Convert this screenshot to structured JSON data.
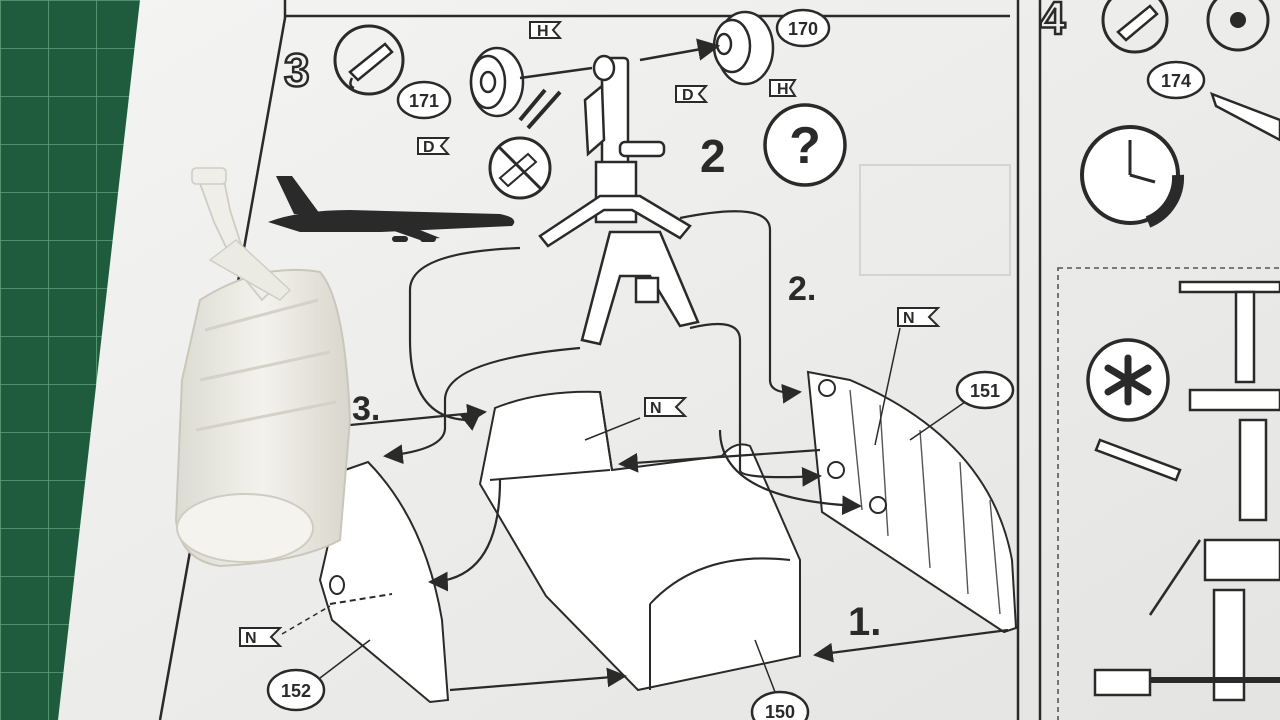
{
  "image": {
    "subject": "model-kit-instruction-sheet-with-resin-part",
    "colors": {
      "cutting_mat": "#1f5c3e",
      "mat_grid": "#5fa27a",
      "paper": "#f1f1f0",
      "ink": "#2a2a2a",
      "resin_part": "#ecebe4"
    }
  },
  "steps": [
    {
      "number": "3",
      "id": "step-3"
    },
    {
      "number": "4",
      "id": "step-4"
    }
  ],
  "part_numbers": {
    "p170": "170",
    "p171": "171",
    "p174": "174",
    "p151": "151",
    "p152": "152",
    "p150": "150"
  },
  "flags": {
    "h_right": "H",
    "h_left": "H",
    "d_right": "D",
    "d_left": "D",
    "n_floor": "N",
    "n_wall_right": "N",
    "n_wall_left": "N"
  },
  "sequence_labels": {
    "s1": "1.",
    "s2": "2.",
    "s3": "3.",
    "big2": "2"
  },
  "symbols": {
    "question": "?",
    "glue_icon": "glue-tube-icon",
    "no_glue_icon": "no-glue-icon",
    "clock_icon": "clock-icon",
    "paint_icon": "paint-splat-icon",
    "aircraft_icon": "airliner-silhouette-icon"
  }
}
